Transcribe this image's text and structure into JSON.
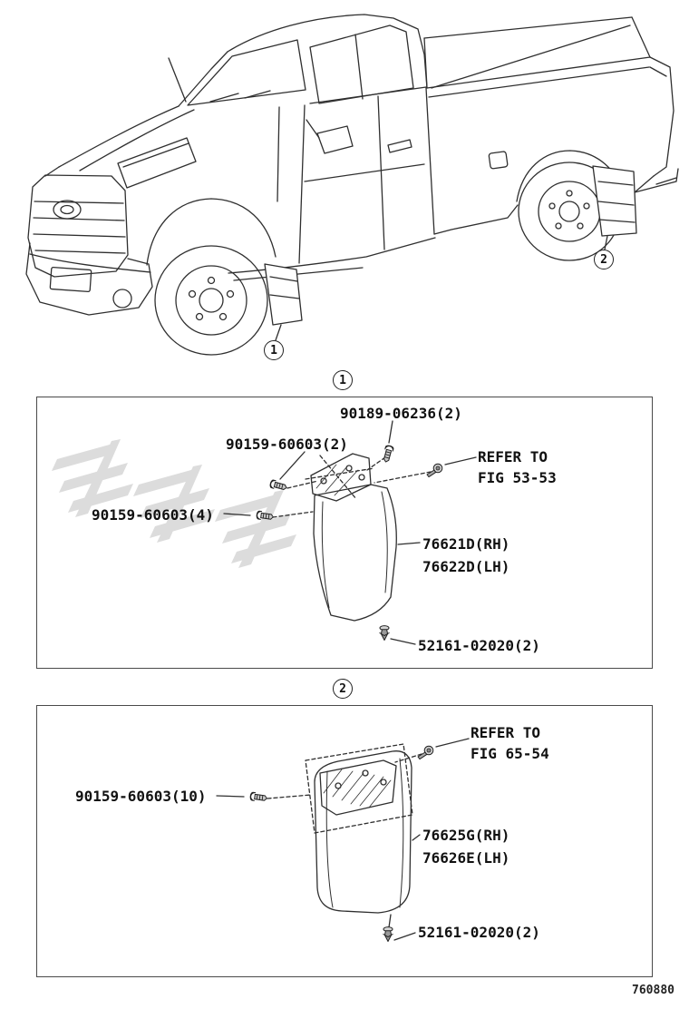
{
  "figure_number": "760880",
  "colors": {
    "line": "#2f2f2f",
    "box_border": "#4a4a4a",
    "watermark": "#dcdcdc"
  },
  "icons": {
    "screw": "tapping-screw-icon",
    "clip": "push-clip-icon",
    "bolt": "washer-bolt-icon"
  },
  "truck": {
    "callout_front": "1",
    "callout_rear": "2"
  },
  "section1": {
    "callout": "1",
    "part_top": "90189-06236(2)",
    "part_screw2": "90159-60603(2)",
    "refer_line1": "REFER TO",
    "refer_line2": "FIG 53-53",
    "part_screw4": "90159-60603(4)",
    "part_rh": "76621D(RH)",
    "part_lh": "76622D(LH)",
    "part_clip": "52161-02020(2)"
  },
  "section2": {
    "callout": "2",
    "refer_line1": "REFER TO",
    "refer_line2": "FIG 65-54",
    "part_screw10": "90159-60603(10)",
    "part_rh": "76625G(RH)",
    "part_lh": "76626E(LH)",
    "part_clip": "52161-02020(2)"
  }
}
